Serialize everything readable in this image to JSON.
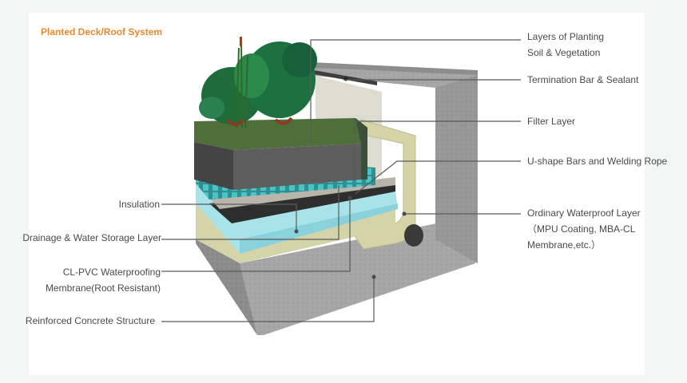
{
  "title": "Planted Deck/Roof System",
  "colors": {
    "title": "#e8892e",
    "label_text": "#4a4a4a",
    "leader_line": "#5a5a5a",
    "concrete": "#a9a9a9",
    "concrete_dark": "#7d7d7d",
    "soil_top": "#4e6e3a",
    "soil_side": "#5c5c5c",
    "drainage": "#3fb6b8",
    "insulation": "#a9e3ea",
    "membrane": "#d9d8b2",
    "filter": "#d8d6cc"
  },
  "labels_right": [
    {
      "id": "planting",
      "lines": [
        "Layers of Planting",
        "Soil & Vegetation"
      ]
    },
    {
      "id": "termination",
      "lines": [
        "Termination Bar &  Sealant"
      ]
    },
    {
      "id": "filter",
      "lines": [
        "Filter Layer"
      ]
    },
    {
      "id": "u-shape",
      "lines": [
        "U-shape Bars and Welding Rope"
      ]
    },
    {
      "id": "ordinary-waterproof",
      "lines": [
        "Ordinary Waterproof Layer",
        "（MPU Coating, MBA-CL",
        "Membrane,etc.）"
      ]
    }
  ],
  "labels_left": [
    {
      "id": "insulation",
      "lines": [
        "Insulation"
      ]
    },
    {
      "id": "drainage",
      "lines": [
        "Drainage & Water Storage Layer"
      ]
    },
    {
      "id": "cl-pvc",
      "lines": [
        "CL-PVC Waterproofing",
        "Membrane(Root Resistant)"
      ]
    },
    {
      "id": "concrete",
      "lines": [
        "Reinforced Concrete Structure"
      ]
    }
  ]
}
